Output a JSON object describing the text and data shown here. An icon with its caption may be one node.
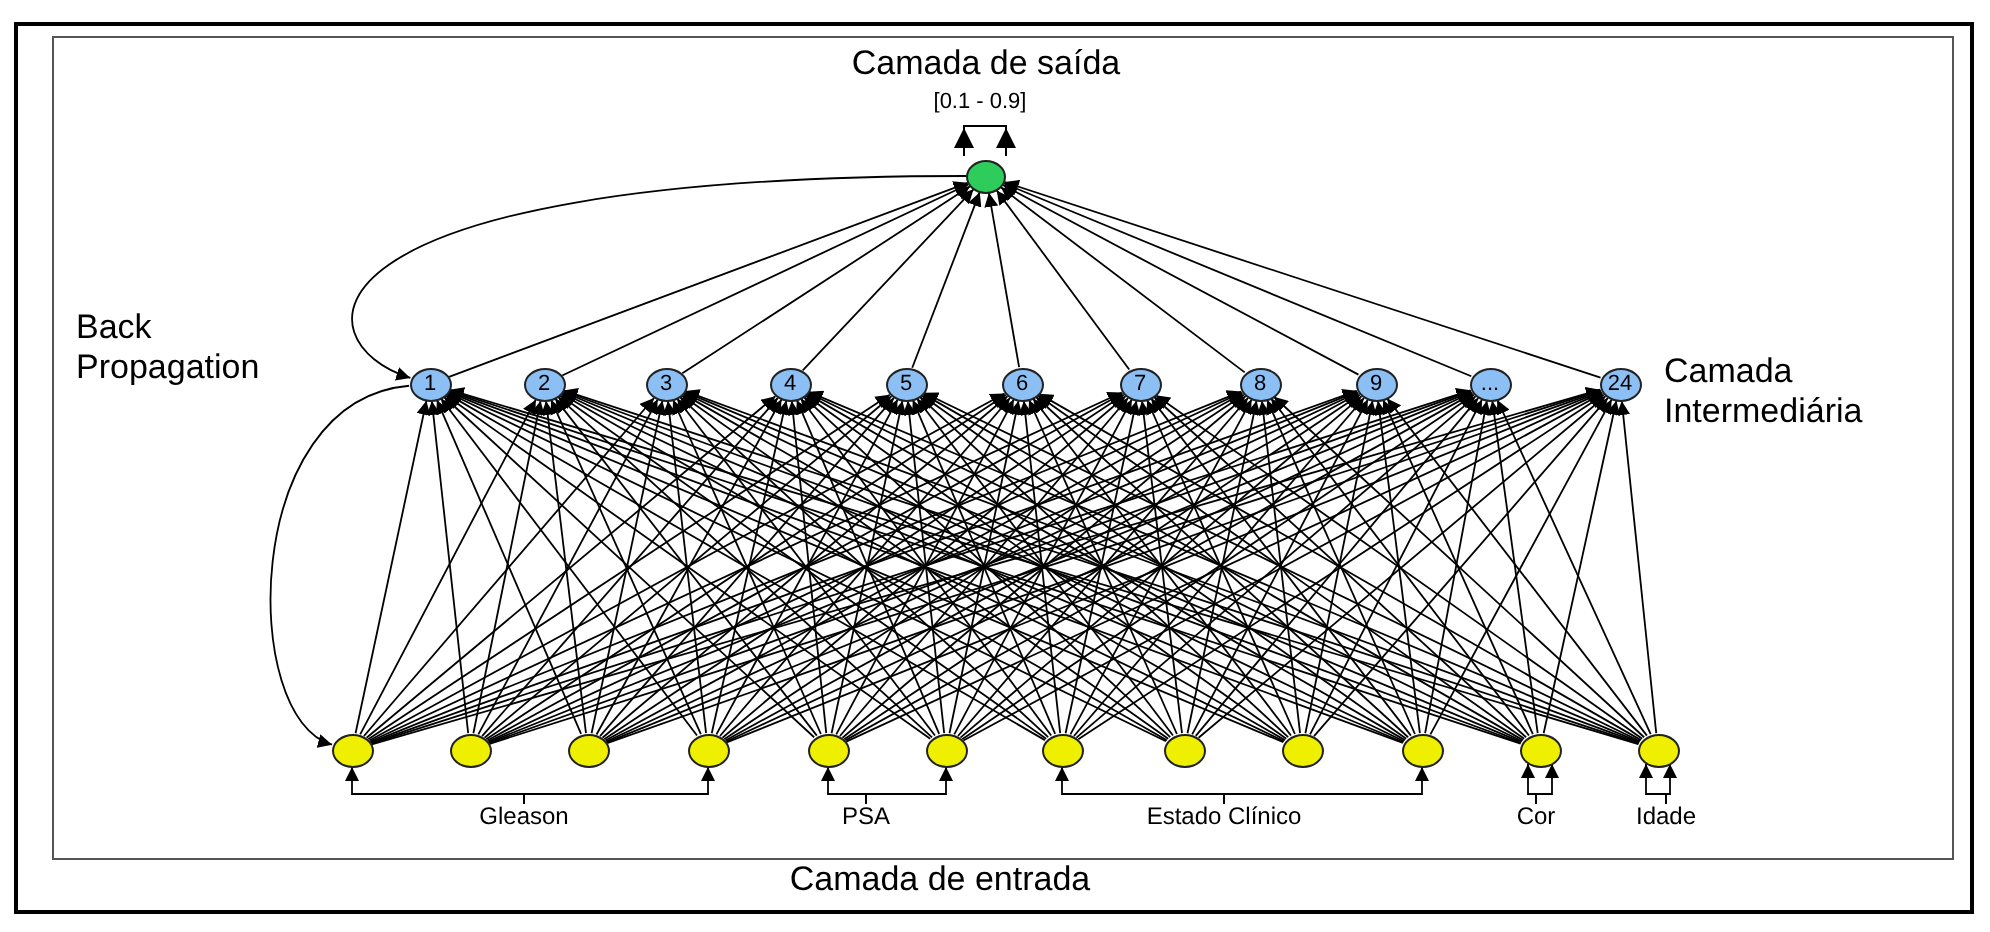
{
  "diagram": {
    "nodes": [
      {
        "text": [],
        "shape": "circle"
      },
      {
        "text": [
          "1"
        ]
      },
      {
        "text": [
          "2"
        ]
      },
      {
        "text": [
          "3"
        ]
      },
      {
        "text": [
          "4"
        ]
      },
      {
        "text": [
          "5"
        ]
      },
      {
        "text": [
          "6"
        ]
      },
      {
        "text": [
          "7"
        ]
      },
      {
        "text": [
          "8"
        ]
      },
      {
        "text": [
          "9"
        ]
      },
      {
        "text": [
          "..."
        ]
      },
      {
        "text": [
          "24"
        ]
      },
      {
        "text": [],
        "shape": "circle"
      },
      {
        "text": [],
        "shape": "circle"
      },
      {
        "text": [],
        "shape": "circle"
      },
      {
        "text": [],
        "shape": "circle"
      },
      {
        "text": [],
        "shape": "circle"
      },
      {
        "text": [],
        "shape": "circle"
      },
      {
        "text": [],
        "shape": "circle"
      },
      {
        "text": [],
        "shape": "circle"
      },
      {
        "text": [],
        "shape": "circle"
      },
      {
        "text": [],
        "shape": "circle"
      },
      {
        "text": [],
        "shape": "circle"
      },
      {
        "text": [],
        "shape": "circle"
      },
      {
        "text": [
          "Gleason"
        ]
      },
      {
        "text": [
          "PSA"
        ]
      },
      {
        "text": [
          "Estado Clínico"
        ]
      },
      {
        "text": [
          "Cor"
        ]
      },
      {
        "text": [
          "Idade"
        ]
      }
    ],
    "edges": [
      {
        "from": 1,
        "to": 0,
        "arrow": "to"
      },
      {
        "from": 2,
        "to": 0,
        "arrow": "to"
      },
      {
        "from": 3,
        "to": 0,
        "arrow": "to"
      },
      {
        "from": 4,
        "to": 0,
        "arrow": "to"
      },
      {
        "from": 5,
        "to": 0,
        "arrow": "to"
      },
      {
        "from": 6,
        "to": 0,
        "arrow": "to"
      },
      {
        "from": 7,
        "to": 0,
        "arrow": "to"
      },
      {
        "from": 8,
        "to": 0,
        "arrow": "to"
      },
      {
        "from": 9,
        "to": 0,
        "arrow": "to"
      },
      {
        "from": 10,
        "to": 0,
        "arrow": "to"
      },
      {
        "from": 11,
        "to": 0,
        "arrow": "to"
      },
      {
        "from": 12,
        "to": 1,
        "arrow": "to"
      },
      {
        "from": 12,
        "to": 2,
        "arrow": "to"
      },
      {
        "from": 12,
        "to": 3,
        "arrow": "to"
      },
      {
        "from": 12,
        "to": 4,
        "arrow": "to"
      },
      {
        "from": 12,
        "to": 5,
        "arrow": "to"
      },
      {
        "from": 12,
        "to": 6,
        "arrow": "to"
      },
      {
        "from": 12,
        "to": 7,
        "arrow": "to"
      },
      {
        "from": 12,
        "to": 8,
        "arrow": "to"
      },
      {
        "from": 12,
        "to": 9,
        "arrow": "to"
      },
      {
        "from": 12,
        "to": 10,
        "arrow": "to"
      },
      {
        "from": 12,
        "to": 11,
        "arrow": "to"
      },
      {
        "from": 13,
        "to": 1,
        "arrow": "to"
      },
      {
        "from": 13,
        "to": 2,
        "arrow": "to"
      },
      {
        "from": 13,
        "to": 3,
        "arrow": "to"
      },
      {
        "from": 13,
        "to": 4,
        "arrow": "to"
      },
      {
        "from": 13,
        "to": 5,
        "arrow": "to"
      },
      {
        "from": 13,
        "to": 6,
        "arrow": "to"
      },
      {
        "from": 13,
        "to": 7,
        "arrow": "to"
      },
      {
        "from": 13,
        "to": 8,
        "arrow": "to"
      },
      {
        "from": 13,
        "to": 9,
        "arrow": "to"
      },
      {
        "from": 13,
        "to": 10,
        "arrow": "to"
      },
      {
        "from": 13,
        "to": 11,
        "arrow": "to"
      },
      {
        "from": 14,
        "to": 1,
        "arrow": "to"
      },
      {
        "from": 14,
        "to": 2,
        "arrow": "to"
      },
      {
        "from": 14,
        "to": 3,
        "arrow": "to"
      },
      {
        "from": 14,
        "to": 4,
        "arrow": "to"
      },
      {
        "from": 14,
        "to": 5,
        "arrow": "to"
      },
      {
        "from": 14,
        "to": 6,
        "arrow": "to"
      },
      {
        "from": 14,
        "to": 7,
        "arrow": "to"
      },
      {
        "from": 14,
        "to": 8,
        "arrow": "to"
      },
      {
        "from": 14,
        "to": 9,
        "arrow": "to"
      },
      {
        "from": 14,
        "to": 10,
        "arrow": "to"
      },
      {
        "from": 14,
        "to": 11,
        "arrow": "to"
      },
      {
        "from": 15,
        "to": 1,
        "arrow": "to"
      },
      {
        "from": 15,
        "to": 2,
        "arrow": "to"
      },
      {
        "from": 15,
        "to": 3,
        "arrow": "to"
      },
      {
        "from": 15,
        "to": 4,
        "arrow": "to"
      },
      {
        "from": 15,
        "to": 5,
        "arrow": "to"
      },
      {
        "from": 15,
        "to": 6,
        "arrow": "to"
      },
      {
        "from": 15,
        "to": 7,
        "arrow": "to"
      },
      {
        "from": 15,
        "to": 8,
        "arrow": "to"
      },
      {
        "from": 15,
        "to": 9,
        "arrow": "to"
      },
      {
        "from": 15,
        "to": 10,
        "arrow": "to"
      },
      {
        "from": 15,
        "to": 11,
        "arrow": "to"
      },
      {
        "from": 16,
        "to": 1,
        "arrow": "to"
      },
      {
        "from": 16,
        "to": 2,
        "arrow": "to"
      },
      {
        "from": 16,
        "to": 3,
        "arrow": "to"
      },
      {
        "from": 16,
        "to": 4,
        "arrow": "to"
      },
      {
        "from": 16,
        "to": 5,
        "arrow": "to"
      },
      {
        "from": 16,
        "to": 6,
        "arrow": "to"
      },
      {
        "from": 16,
        "to": 7,
        "arrow": "to"
      },
      {
        "from": 16,
        "to": 8,
        "arrow": "to"
      },
      {
        "from": 16,
        "to": 9,
        "arrow": "to"
      },
      {
        "from": 16,
        "to": 10,
        "arrow": "to"
      },
      {
        "from": 16,
        "to": 11,
        "arrow": "to"
      },
      {
        "from": 17,
        "to": 1,
        "arrow": "to"
      },
      {
        "from": 17,
        "to": 2,
        "arrow": "to"
      },
      {
        "from": 17,
        "to": 3,
        "arrow": "to"
      },
      {
        "from": 17,
        "to": 4,
        "arrow": "to"
      },
      {
        "from": 17,
        "to": 5,
        "arrow": "to"
      },
      {
        "from": 17,
        "to": 6,
        "arrow": "to"
      },
      {
        "from": 17,
        "to": 7,
        "arrow": "to"
      },
      {
        "from": 17,
        "to": 8,
        "arrow": "to"
      },
      {
        "from": 17,
        "to": 9,
        "arrow": "to"
      },
      {
        "from": 17,
        "to": 10,
        "arrow": "to"
      },
      {
        "from": 17,
        "to": 11,
        "arrow": "to"
      },
      {
        "from": 18,
        "to": 1,
        "arrow": "to"
      },
      {
        "from": 18,
        "to": 2,
        "arrow": "to"
      },
      {
        "from": 18,
        "to": 3,
        "arrow": "to"
      },
      {
        "from": 18,
        "to": 4,
        "arrow": "to"
      },
      {
        "from": 18,
        "to": 5,
        "arrow": "to"
      },
      {
        "from": 18,
        "to": 6,
        "arrow": "to"
      },
      {
        "from": 18,
        "to": 7,
        "arrow": "to"
      },
      {
        "from": 18,
        "to": 8,
        "arrow": "to"
      },
      {
        "from": 18,
        "to": 9,
        "arrow": "to"
      },
      {
        "from": 18,
        "to": 10,
        "arrow": "to"
      },
      {
        "from": 18,
        "to": 11,
        "arrow": "to"
      },
      {
        "from": 19,
        "to": 1,
        "arrow": "to"
      },
      {
        "from": 19,
        "to": 2,
        "arrow": "to"
      },
      {
        "from": 19,
        "to": 3,
        "arrow": "to"
      },
      {
        "from": 19,
        "to": 4,
        "arrow": "to"
      },
      {
        "from": 19,
        "to": 5,
        "arrow": "to"
      },
      {
        "from": 19,
        "to": 6,
        "arrow": "to"
      },
      {
        "from": 19,
        "to": 7,
        "arrow": "to"
      },
      {
        "from": 19,
        "to": 8,
        "arrow": "to"
      },
      {
        "from": 19,
        "to": 9,
        "arrow": "to"
      },
      {
        "from": 19,
        "to": 10,
        "arrow": "to"
      },
      {
        "from": 19,
        "to": 11,
        "arrow": "to"
      },
      {
        "from": 20,
        "to": 1,
        "arrow": "to"
      },
      {
        "from": 20,
        "to": 2,
        "arrow": "to"
      },
      {
        "from": 20,
        "to": 3,
        "arrow": "to"
      },
      {
        "from": 20,
        "to": 4,
        "arrow": "to"
      },
      {
        "from": 20,
        "to": 5,
        "arrow": "to"
      },
      {
        "from": 20,
        "to": 6,
        "arrow": "to"
      },
      {
        "from": 20,
        "to": 7,
        "arrow": "to"
      },
      {
        "from": 20,
        "to": 8,
        "arrow": "to"
      },
      {
        "from": 20,
        "to": 9,
        "arrow": "to"
      },
      {
        "from": 20,
        "to": 10,
        "arrow": "to"
      },
      {
        "from": 20,
        "to": 11,
        "arrow": "to"
      },
      {
        "from": 21,
        "to": 1,
        "arrow": "to"
      },
      {
        "from": 21,
        "to": 2,
        "arrow": "to"
      },
      {
        "from": 21,
        "to": 3,
        "arrow": "to"
      },
      {
        "from": 21,
        "to": 4,
        "arrow": "to"
      },
      {
        "from": 21,
        "to": 5,
        "arrow": "to"
      },
      {
        "from": 21,
        "to": 6,
        "arrow": "to"
      },
      {
        "from": 21,
        "to": 7,
        "arrow": "to"
      },
      {
        "from": 21,
        "to": 8,
        "arrow": "to"
      },
      {
        "from": 21,
        "to": 9,
        "arrow": "to"
      },
      {
        "from": 21,
        "to": 10,
        "arrow": "to"
      },
      {
        "from": 21,
        "to": 11,
        "arrow": "to"
      },
      {
        "from": 22,
        "to": 1,
        "arrow": "to"
      },
      {
        "from": 22,
        "to": 2,
        "arrow": "to"
      },
      {
        "from": 22,
        "to": 3,
        "arrow": "to"
      },
      {
        "from": 22,
        "to": 4,
        "arrow": "to"
      },
      {
        "from": 22,
        "to": 5,
        "arrow": "to"
      },
      {
        "from": 22,
        "to": 6,
        "arrow": "to"
      },
      {
        "from": 22,
        "to": 7,
        "arrow": "to"
      },
      {
        "from": 22,
        "to": 8,
        "arrow": "to"
      },
      {
        "from": 22,
        "to": 9,
        "arrow": "to"
      },
      {
        "from": 22,
        "to": 10,
        "arrow": "to"
      },
      {
        "from": 22,
        "to": 11,
        "arrow": "to"
      },
      {
        "from": 23,
        "to": 1,
        "arrow": "to"
      },
      {
        "from": 23,
        "to": 2,
        "arrow": "to"
      },
      {
        "from": 23,
        "to": 3,
        "arrow": "to"
      },
      {
        "from": 23,
        "to": 4,
        "arrow": "to"
      },
      {
        "from": 23,
        "to": 5,
        "arrow": "to"
      },
      {
        "from": 23,
        "to": 6,
        "arrow": "to"
      },
      {
        "from": 23,
        "to": 7,
        "arrow": "to"
      },
      {
        "from": 23,
        "to": 8,
        "arrow": "to"
      },
      {
        "from": 23,
        "to": 9,
        "arrow": "to"
      },
      {
        "from": 23,
        "to": 10,
        "arrow": "to"
      },
      {
        "from": 23,
        "to": 11,
        "arrow": "to"
      },
      {
        "from": 0,
        "to": 1,
        "arrow": "to"
      },
      {
        "from": 1,
        "to": 12,
        "arrow": "to"
      },
      {
        "from": 24,
        "to": 12,
        "arrow": "to"
      },
      {
        "from": 24,
        "to": 15,
        "arrow": "to"
      },
      {
        "from": 25,
        "to": 16,
        "arrow": "to"
      },
      {
        "from": 25,
        "to": 17,
        "arrow": "to"
      },
      {
        "from": 26,
        "to": 18,
        "arrow": "to"
      },
      {
        "from": 26,
        "to": 21,
        "arrow": "to"
      },
      {
        "from": 27,
        "to": 22,
        "arrow": "to"
      },
      {
        "from": 27,
        "to": 22,
        "arrow": "to"
      },
      {
        "from": 28,
        "to": 23,
        "arrow": "to"
      },
      {
        "from": 28,
        "to": 23,
        "arrow": "to"
      }
    ],
    "labels": [
      "Camada de saída",
      "[0.1 - 0.9]",
      "Back Propagation",
      "Camada Intermediária",
      "Camada de entrada"
    ]
  }
}
